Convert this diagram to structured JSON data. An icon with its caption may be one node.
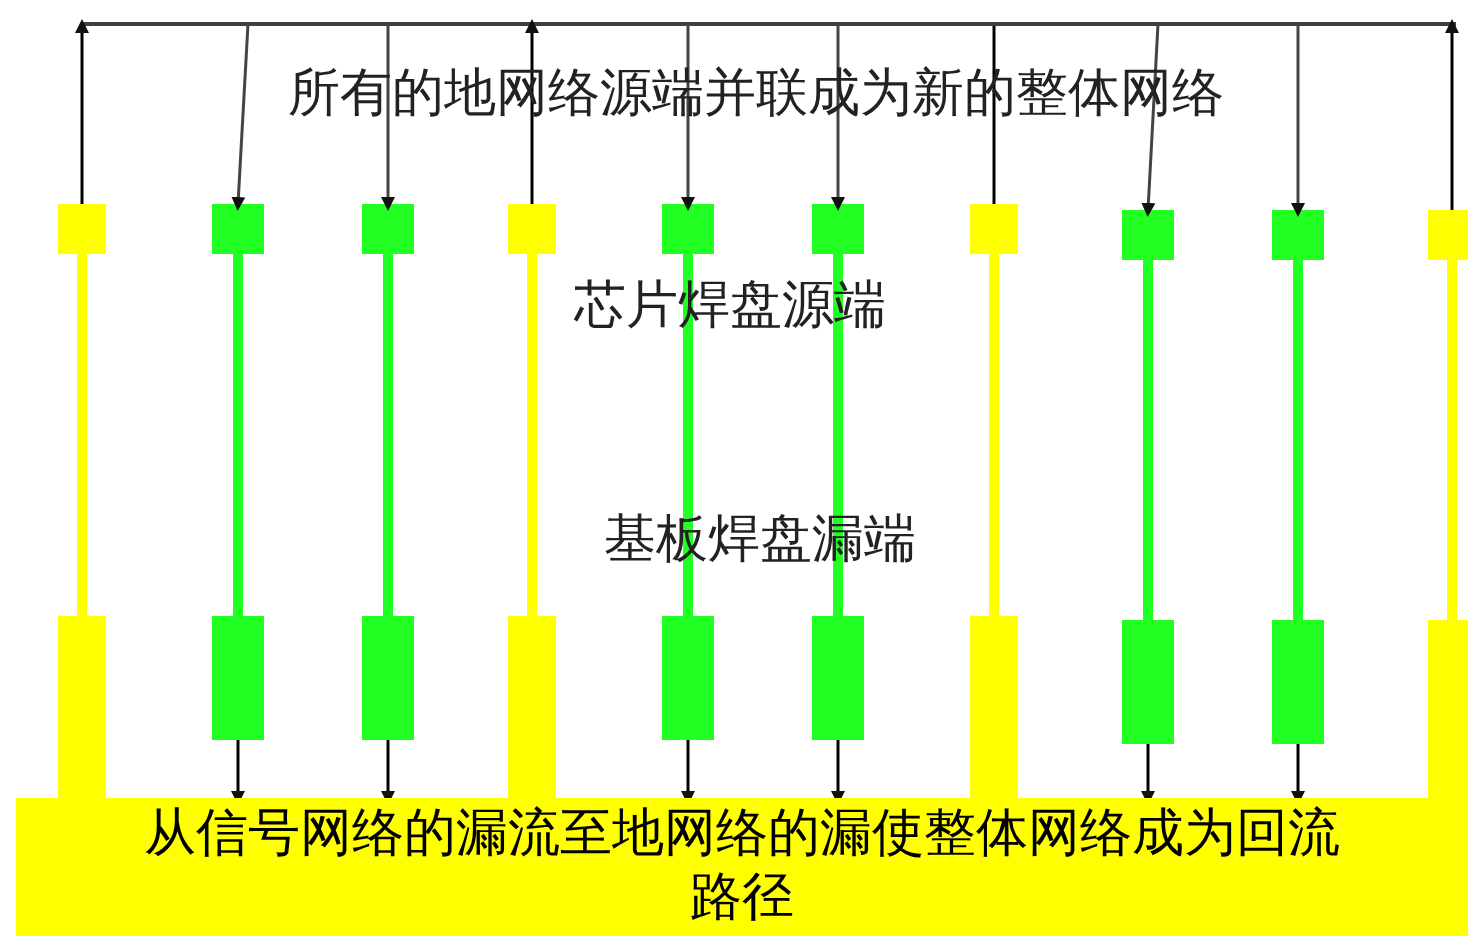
{
  "diagram": {
    "nodes": [
      {
        "text": [],
        "shape": "bar"
      },
      {
        "text": [],
        "shape": "box"
      },
      {
        "text": [],
        "shape": "box"
      },
      {
        "text": [],
        "shape": "box"
      },
      {
        "text": [],
        "shape": "box"
      },
      {
        "text": [],
        "shape": "box"
      },
      {
        "text": [],
        "shape": "box"
      },
      {
        "text": [],
        "shape": "box"
      },
      {
        "text": [],
        "shape": "box"
      },
      {
        "text": [],
        "shape": "box"
      },
      {
        "text": [],
        "shape": "box"
      },
      {
        "text": [],
        "shape": "box"
      },
      {
        "text": [],
        "shape": "box"
      },
      {
        "text": [],
        "shape": "box"
      },
      {
        "text": [],
        "shape": "box"
      },
      {
        "text": [],
        "shape": "box"
      },
      {
        "text": [],
        "shape": "box"
      },
      {
        "text": [],
        "shape": "box"
      },
      {
        "text": [],
        "shape": "box"
      },
      {
        "text": [],
        "shape": "box"
      },
      {
        "text": [],
        "shape": "box"
      },
      {
        "text": [
          "从信号网络的漏流至地网络的漏使整体网络成为回流路径"
        ]
      }
    ],
    "edges": [
      {
        "from": 1,
        "to": 0,
        "arrow": "to"
      },
      {
        "from": 0,
        "to": 2,
        "arrow": "to"
      },
      {
        "from": 0,
        "to": 3,
        "arrow": "to"
      },
      {
        "from": 4,
        "to": 0,
        "arrow": "to"
      },
      {
        "from": 0,
        "to": 5,
        "arrow": "to"
      },
      {
        "from": 0,
        "to": 6,
        "arrow": "to"
      },
      {
        "from": 7,
        "to": 0,
        "arrow": "none"
      },
      {
        "from": 0,
        "to": 8,
        "arrow": "to"
      },
      {
        "from": 0,
        "to": 9,
        "arrow": "to"
      },
      {
        "from": 10,
        "to": 0,
        "arrow": "to"
      },
      {
        "from": 1,
        "to": 11,
        "arrow": "none",
        "style": "thick",
        "color": "#ffff00"
      },
      {
        "from": 2,
        "to": 12,
        "arrow": "none",
        "style": "thick",
        "color": "#22ff22"
      },
      {
        "from": 3,
        "to": 13,
        "arrow": "none",
        "style": "thick",
        "color": "#22ff22"
      },
      {
        "from": 4,
        "to": 14,
        "arrow": "none",
        "style": "thick",
        "color": "#ffff00"
      },
      {
        "from": 5,
        "to": 15,
        "arrow": "none",
        "style": "thick",
        "color": "#22ff22"
      },
      {
        "from": 6,
        "to": 16,
        "arrow": "none",
        "style": "thick",
        "color": "#22ff22"
      },
      {
        "from": 7,
        "to": 17,
        "arrow": "none",
        "style": "thick",
        "color": "#ffff00"
      },
      {
        "from": 8,
        "to": 18,
        "arrow": "none",
        "style": "thick",
        "color": "#22ff22"
      },
      {
        "from": 9,
        "to": 19,
        "arrow": "none",
        "style": "thick",
        "color": "#22ff22"
      },
      {
        "from": 10,
        "to": 20,
        "arrow": "none",
        "style": "thick",
        "color": "#ffff00"
      },
      {
        "from": 12,
        "to": 21,
        "arrow": "to"
      },
      {
        "from": 13,
        "to": 21,
        "arrow": "to"
      },
      {
        "from": 15,
        "to": 21,
        "arrow": "to"
      },
      {
        "from": 16,
        "to": 21,
        "arrow": "to"
      },
      {
        "from": 18,
        "to": 21,
        "arrow": "to"
      },
      {
        "from": 19,
        "to": 21,
        "arrow": "to"
      }
    ],
    "labels": [
      "所有的地网络源端并联成为新的整体网络",
      "芯片焊盘源端",
      "基板焊盘漏端"
    ]
  }
}
